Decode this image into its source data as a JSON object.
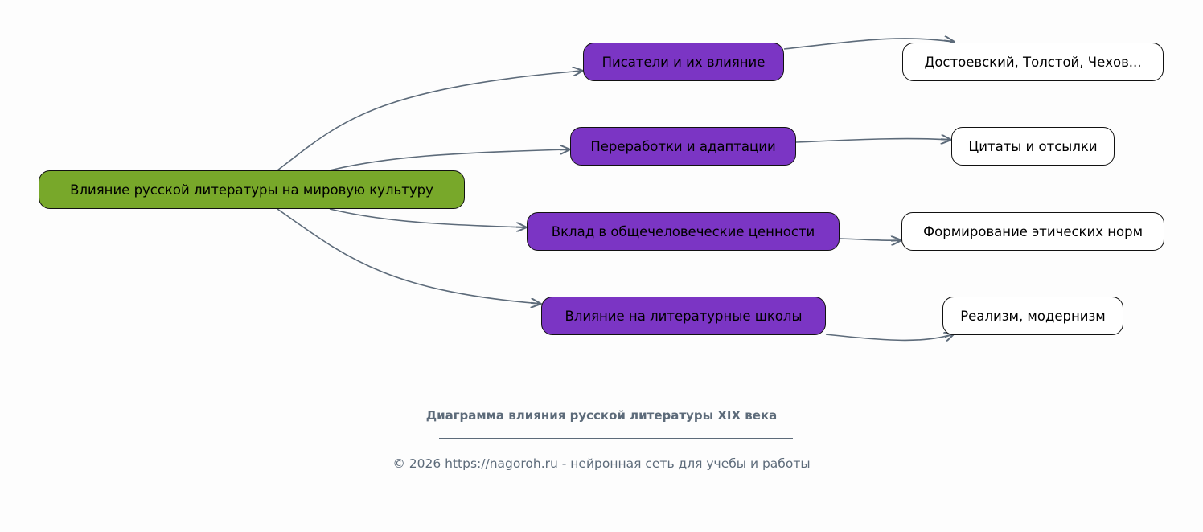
{
  "root": {
    "label": "Влияние русской литературы на мировую культуру"
  },
  "branches": [
    {
      "label": "Писатели и их влияние",
      "leaf": "Достоевский, Толстой, Чехов..."
    },
    {
      "label": "Переработки и адаптации",
      "leaf": "Цитаты и отсылки"
    },
    {
      "label": "Вклад в общечеловеческие ценности",
      "leaf": "Формирование этических норм"
    },
    {
      "label": "Влияние на литературные школы",
      "leaf": "Реализм, модернизм"
    }
  ],
  "footer": {
    "title": "Диаграмма влияния русской литературы XIX века",
    "copyright": "© 2026 https://nagoroh.ru - нейронная сеть для учебы и работы"
  },
  "colors": {
    "root": "#78a82a",
    "branch": "#7b35c4",
    "leaf": "#ffffff",
    "edge": "#5d6b7a"
  }
}
